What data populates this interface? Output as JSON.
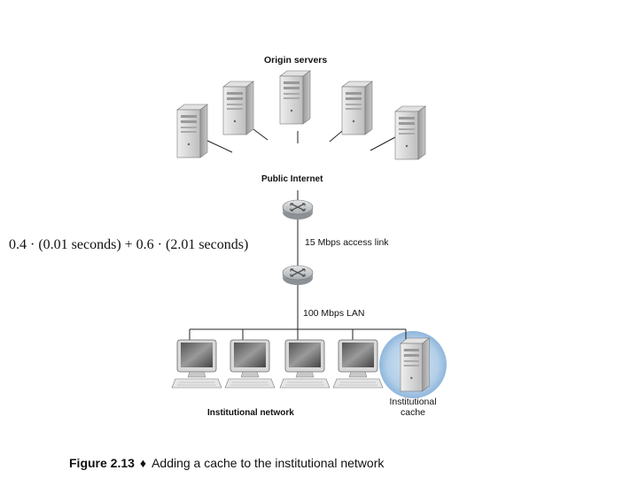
{
  "labels": {
    "origin_servers": "Origin servers",
    "public_internet": "Public Internet",
    "access_link": "15 Mbps access link",
    "lan": "100 Mbps LAN",
    "institutional_network": "Institutional network",
    "cache_line1": "Institutional",
    "cache_line2": "cache"
  },
  "formula": "0.4 · (0.01 seconds) + 0.6 · (2.01 seconds)",
  "caption": {
    "figure_number": "Figure 2.13",
    "separator": "♦",
    "text": "Adding a cache to the institutional network"
  },
  "colors": {
    "server_face": "#d4d4d4",
    "server_side": "#a8a8a8",
    "router": "#c7cacd",
    "cache_halo": "#b9d3ea",
    "screen": "#6f6f6f"
  }
}
